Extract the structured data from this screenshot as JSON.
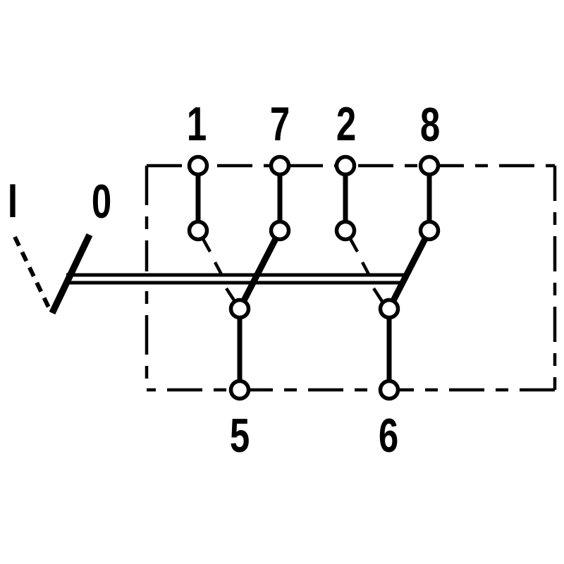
{
  "diagram": {
    "kind": "switch-circuit-schematic",
    "colors": {
      "ink": "#000000",
      "background": "#ffffff"
    },
    "switch_positions": {
      "on": "I",
      "off": "0"
    },
    "terminals": {
      "top": [
        "1",
        "7",
        "2",
        "8"
      ],
      "bottom": [
        "5",
        "6"
      ]
    }
  }
}
